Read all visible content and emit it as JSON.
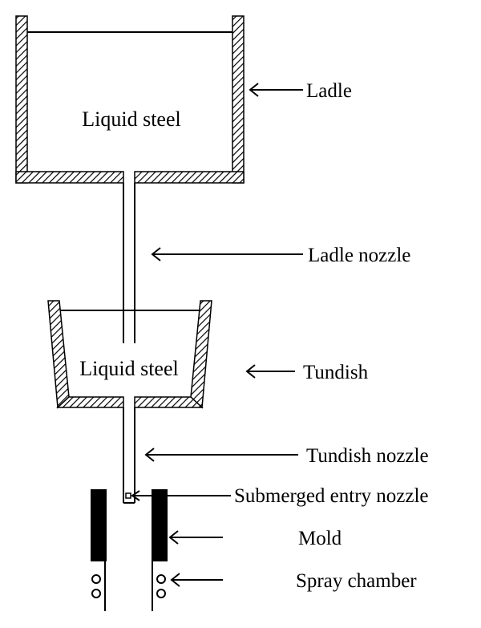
{
  "diagram": {
    "ladle_content": "Liquid steel",
    "tundish_content": "Liquid steel",
    "labels": {
      "ladle": "Ladle",
      "ladle_nozzle": "Ladle nozzle",
      "tundish": "Tundish",
      "tundish_nozzle": "Tundish nozzle",
      "sen": "Submerged entry nozzle",
      "mold": "Mold",
      "spray_chamber": "Spray chamber"
    }
  }
}
